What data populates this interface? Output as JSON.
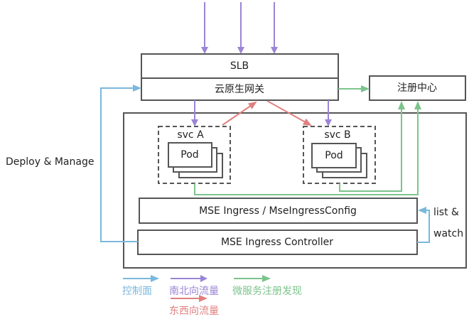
{
  "colors": {
    "control_plane": "#7ab8dc",
    "north_south": "#9a85d6",
    "east_west": "#e08080",
    "service_discovery": "#7cc48c",
    "border": "#555555"
  },
  "nodes": {
    "slb": "SLB",
    "gateway": "云原生网关",
    "registry": "注册中心",
    "svc_a": "svc A",
    "svc_b": "svc B",
    "pod_a": "Pod",
    "pod_b": "Pod",
    "mse_ingress": "MSE Ingress / MseIngressConfig",
    "mse_controller": "MSE Ingress Controller"
  },
  "edge_labels": {
    "deploy_manage": "Deploy & Manage",
    "list_watch_1": "list &",
    "list_watch_2": "watch"
  },
  "legend": [
    {
      "label": "控制面",
      "kind": "control_plane"
    },
    {
      "label": "南北向流量",
      "kind": "north_south"
    },
    {
      "label": "微服务注册发现",
      "kind": "service_discovery"
    },
    {
      "label": "东西向流量",
      "kind": "east_west"
    }
  ]
}
